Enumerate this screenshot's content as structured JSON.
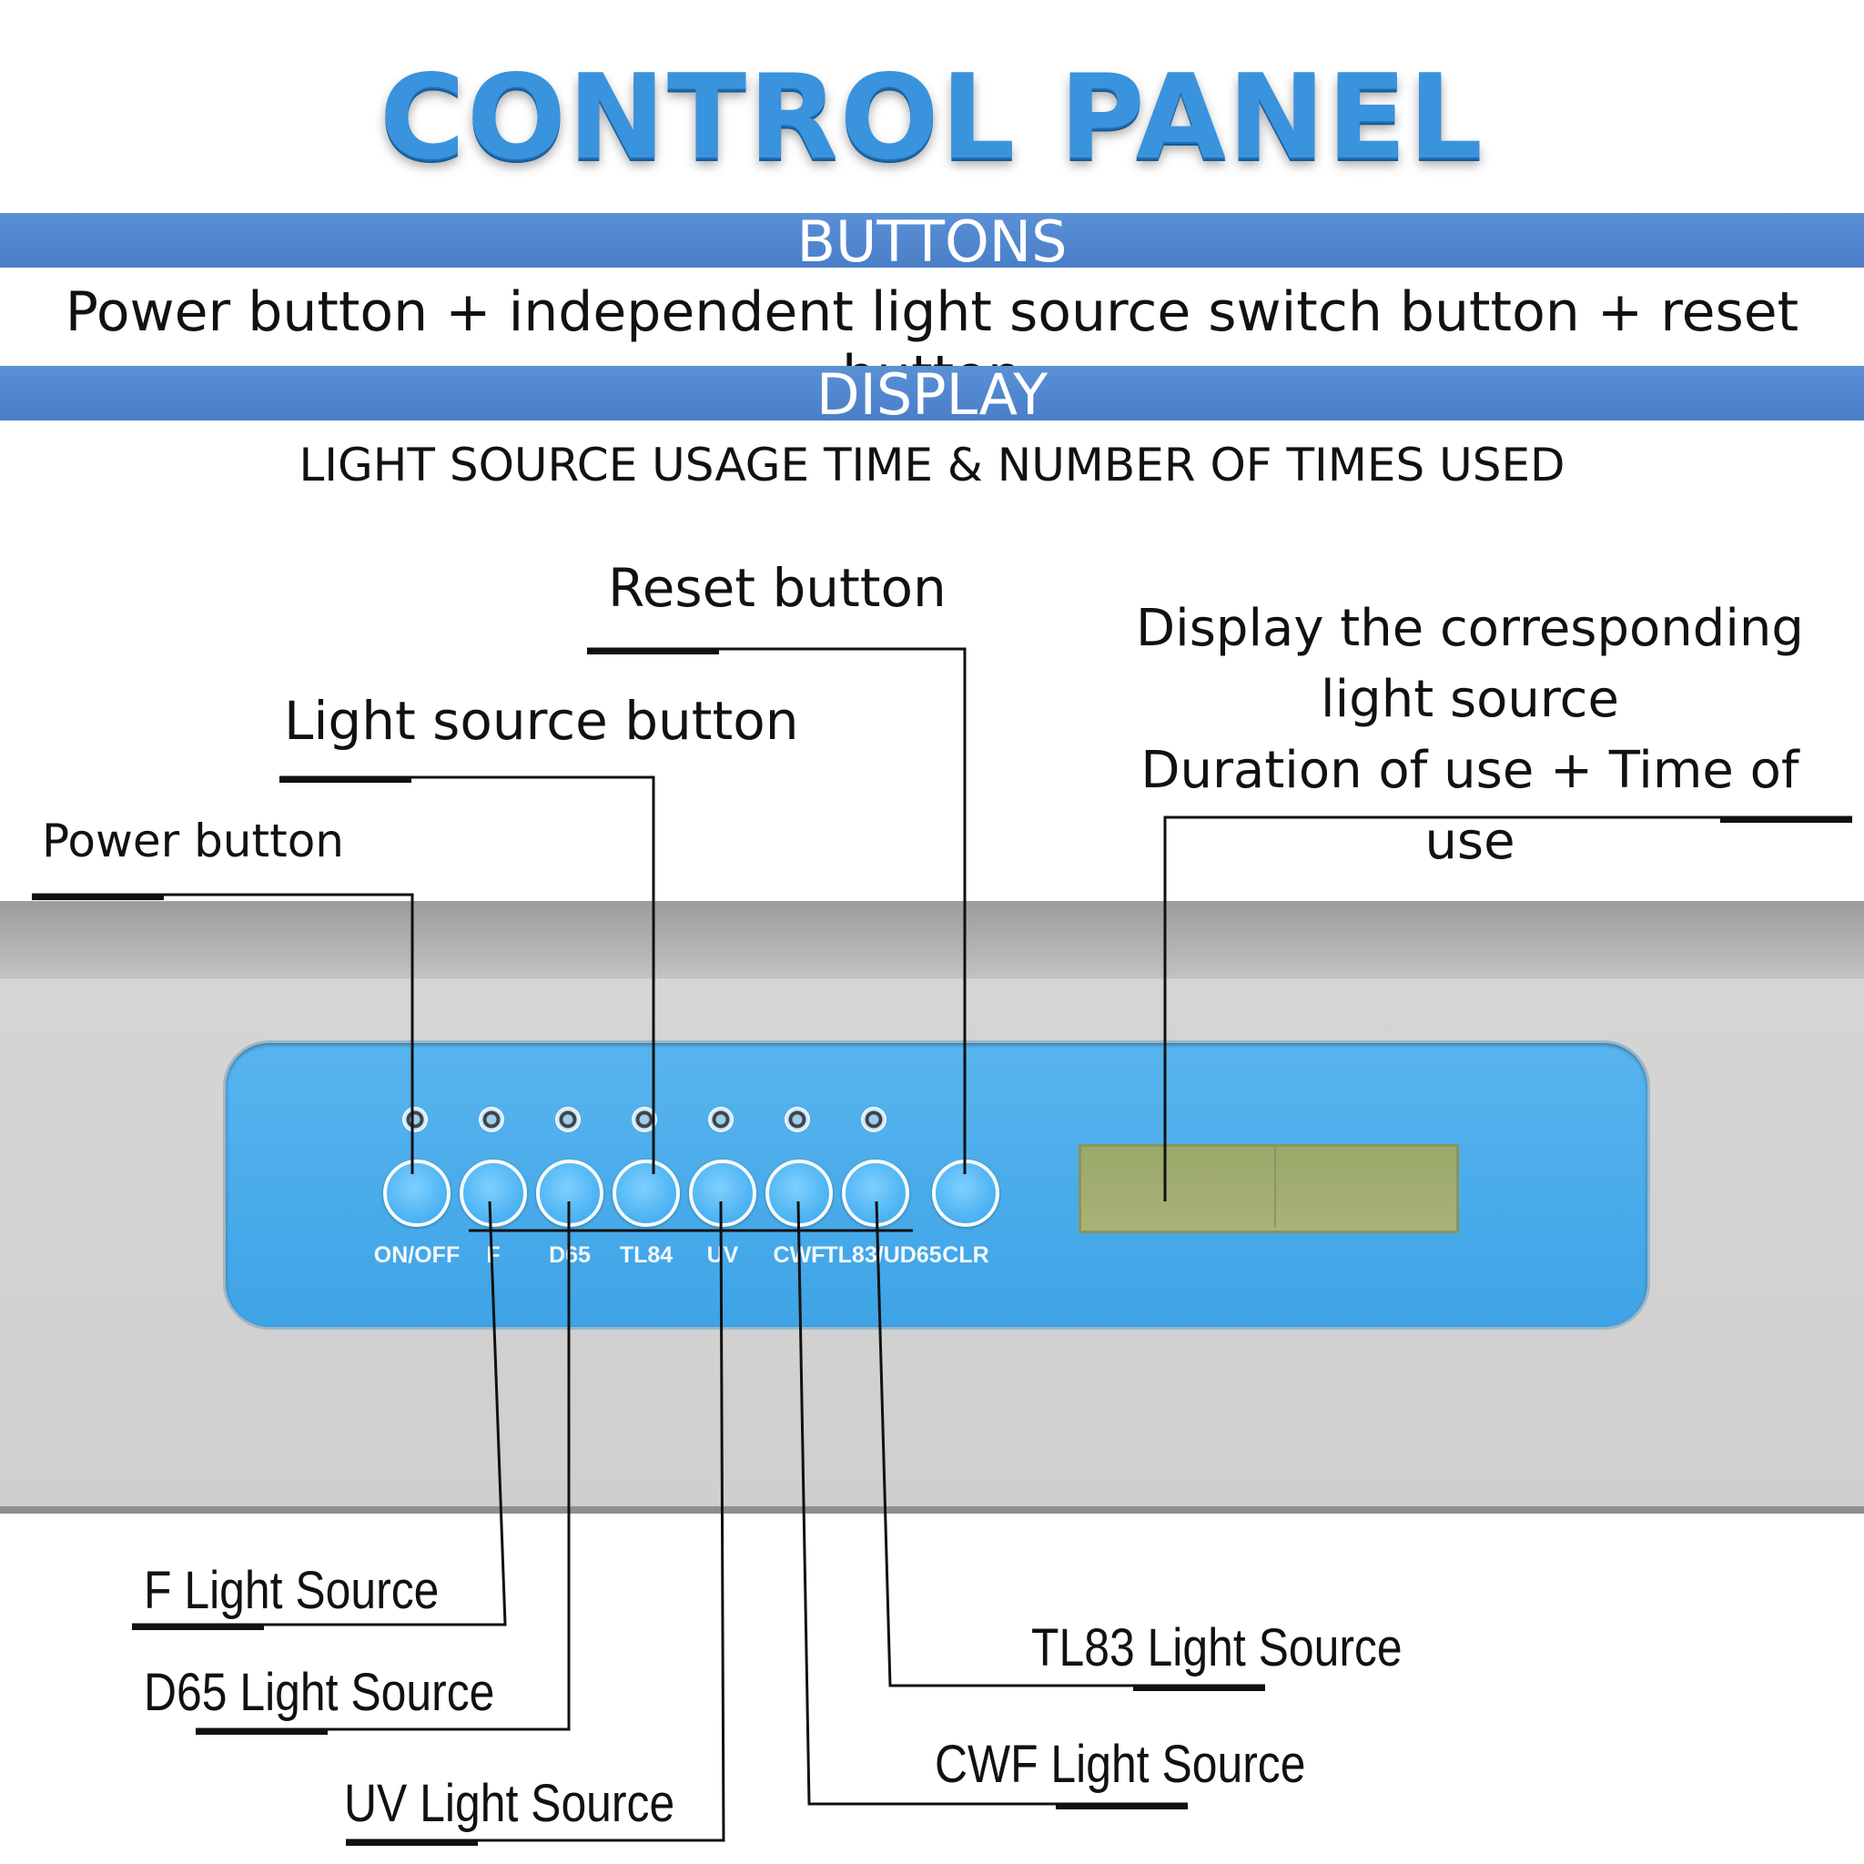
{
  "title": "CONTROL PANEL",
  "bands": {
    "buttons": "BUTTONS",
    "buttons_desc": "Power button + independent light source switch button + reset button",
    "display": "DISPLAY",
    "display_desc": "LIGHT SOURCE USAGE TIME & NUMBER OF TIMES USED"
  },
  "callouts": {
    "reset": "Reset button",
    "light_source": "Light source button",
    "power": "Power button",
    "display_line1": "Display the corresponding",
    "display_line2": "light source",
    "display_line3": "Duration of use + Time of use",
    "f": "F Light Source",
    "d65": "D65 Light Source",
    "uv": "UV Light Source",
    "tl83": "TL83 Light Source",
    "cwf": "CWF Light Source"
  },
  "panel": {
    "labels": [
      "ON/OFF",
      "F",
      "D65",
      "TL84",
      "UV",
      "CWF",
      "TL83/UD65",
      "CLR"
    ]
  }
}
